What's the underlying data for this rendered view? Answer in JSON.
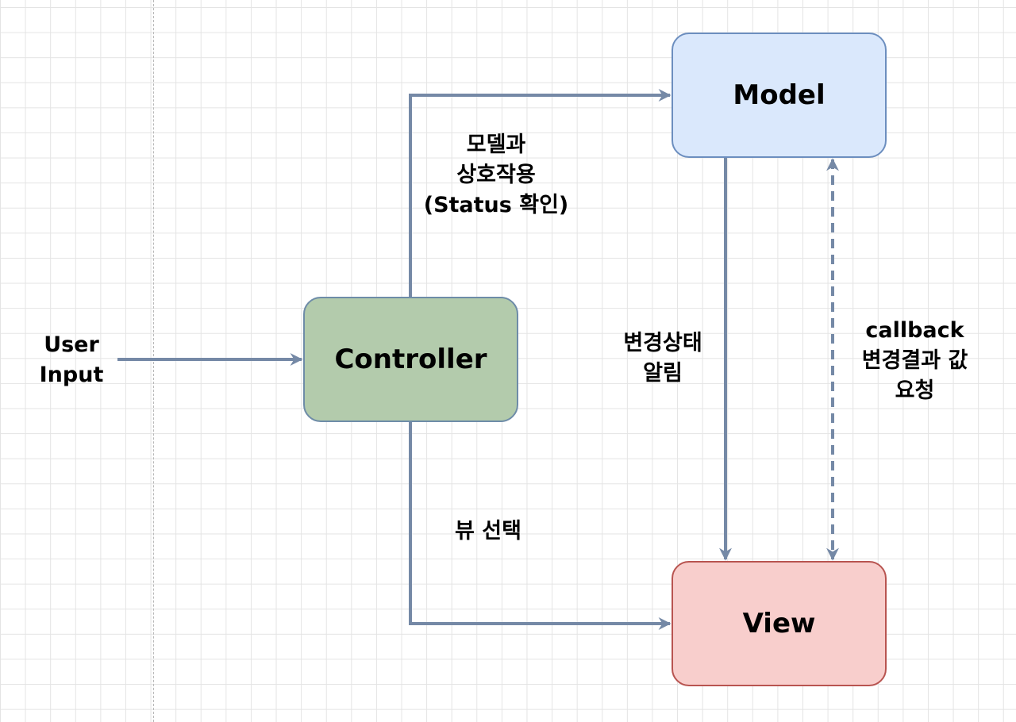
{
  "diagram": {
    "nodes": {
      "model": "Model",
      "controller": "Controller",
      "view": "View"
    },
    "labels": {
      "user_input": "User\nInput",
      "model_interaction": "모델과\n상호작용\n(Status 확인)",
      "change_notify": "변경상태\n알림",
      "callback_request": "callback\n변경결과 값\n요청",
      "select_view": "뷰 선택"
    },
    "colors": {
      "edge": "#7589a6",
      "model_fill": "#dae8fc",
      "controller_fill": "#b3cbac",
      "view_fill": "#f8cecc"
    }
  }
}
